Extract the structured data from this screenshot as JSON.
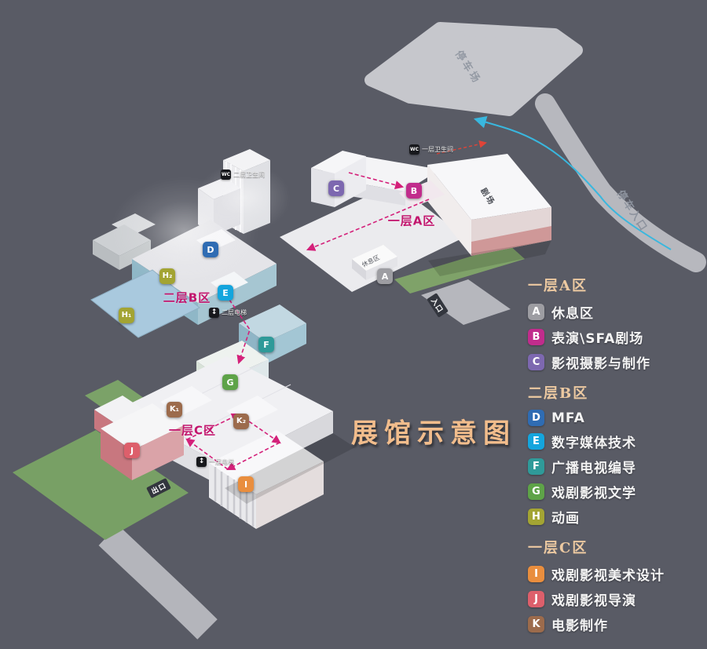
{
  "title": "展馆示意图",
  "background_color": "#595b65",
  "map_labels": {
    "parking": "停车场",
    "parking_entrance": "停车入口",
    "zone_a": "一层A区",
    "zone_b": "二层B区",
    "zone_c": "一层C区",
    "entrance": "入口",
    "exit": "出口",
    "theater": "剧场",
    "rest_area": "休息区"
  },
  "map": {
    "badges": {
      "a": {
        "key": "A",
        "color": "#9d9da2"
      },
      "b": {
        "key": "B",
        "color": "#c12c8c"
      },
      "c": {
        "key": "C",
        "color": "#7d68b0"
      },
      "d": {
        "key": "D",
        "color": "#2f6cb3"
      },
      "e": {
        "key": "E",
        "color": "#14a5dd"
      },
      "f": {
        "key": "F",
        "color": "#2f9a99"
      },
      "g": {
        "key": "G",
        "color": "#5ea348"
      },
      "h1": {
        "key": "H₁",
        "color": "#a3a433"
      },
      "h2": {
        "key": "H₂",
        "color": "#a3a433"
      },
      "i": {
        "key": "I",
        "color": "#e98e3e"
      },
      "j": {
        "key": "J",
        "color": "#dd5f6b"
      },
      "k1": {
        "key": "K₁",
        "color": "#9c6b4c"
      },
      "k2": {
        "key": "K₂",
        "color": "#9c6b4c"
      }
    },
    "facilities": {
      "restroom_1f": {
        "icon": "restroom-icon",
        "glyph": "WC",
        "label": "一层卫生间"
      },
      "restroom_2f": {
        "icon": "restroom-icon",
        "glyph": "WC",
        "label": "二层卫生间"
      },
      "elevator_2f": {
        "icon": "elevator-icon",
        "glyph": "↕",
        "label": "二层电梯"
      },
      "elevator_1f": {
        "icon": "elevator-icon",
        "glyph": "↕",
        "label": "一层电梯"
      }
    },
    "route_colors": {
      "visitor_path": "#d4217a",
      "car_path": "#39b7de"
    }
  },
  "legend": {
    "sections": [
      {
        "heading": "一层A区",
        "items": [
          {
            "key": "A",
            "color": "#9d9da2",
            "label": "休息区"
          },
          {
            "key": "B",
            "color": "#c12c8c",
            "label": "表演\\SFA剧场"
          },
          {
            "key": "C",
            "color": "#7d68b0",
            "label": "影视摄影与制作"
          }
        ]
      },
      {
        "heading": "二层B区",
        "items": [
          {
            "key": "D",
            "color": "#2f6cb3",
            "label": "MFA"
          },
          {
            "key": "E",
            "color": "#14a5dd",
            "label": "数字媒体技术"
          },
          {
            "key": "F",
            "color": "#2f9a99",
            "label": "广播电视编导"
          },
          {
            "key": "G",
            "color": "#5ea348",
            "label": "戏剧影视文学"
          },
          {
            "key": "H",
            "color": "#a3a433",
            "label": "动画"
          }
        ]
      },
      {
        "heading": "一层C区",
        "items": [
          {
            "key": "I",
            "color": "#e98e3e",
            "label": "戏剧影视美术设计"
          },
          {
            "key": "J",
            "color": "#dd5f6b",
            "label": "戏剧影视导演"
          },
          {
            "key": "K",
            "color": "#9c6b4c",
            "label": "电影制作"
          }
        ]
      }
    ]
  }
}
